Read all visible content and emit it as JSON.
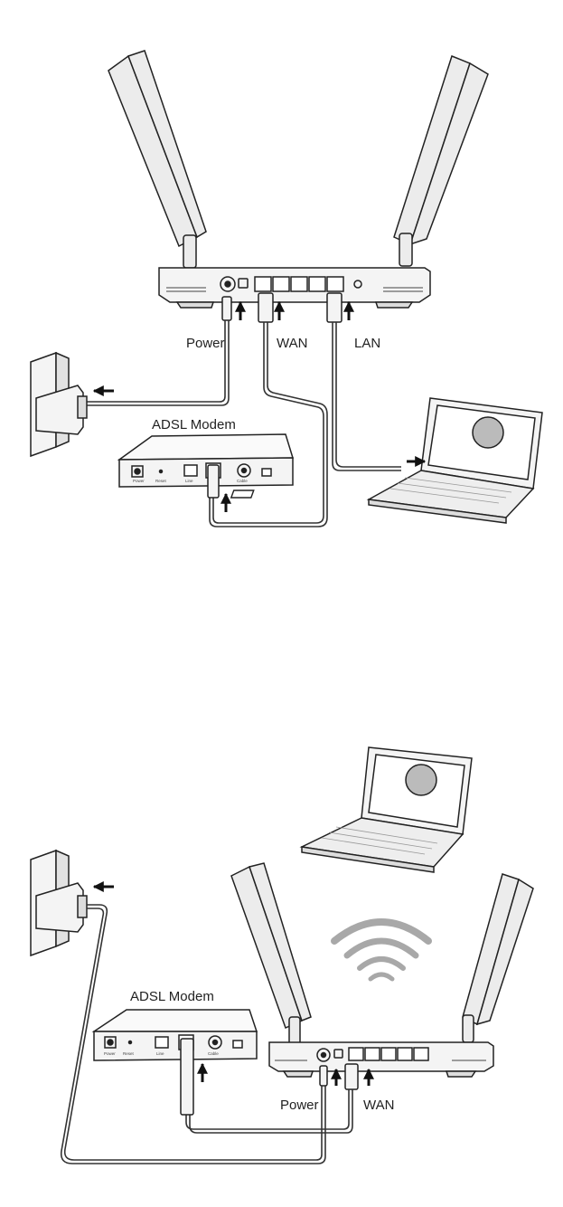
{
  "diagram1": {
    "labels": {
      "power": "Power",
      "wan": "WAN",
      "lan": "LAN",
      "modem": "ADSL Modem"
    },
    "modem_ports": [
      "Power",
      "Reset",
      "Line",
      "",
      "Cable"
    ]
  },
  "diagram2": {
    "labels": {
      "power": "Power",
      "wan": "WAN",
      "modem": "ADSL Modem"
    },
    "modem_ports": [
      "Power",
      "Reset",
      "Line",
      "",
      "Cable"
    ]
  },
  "colors": {
    "ink": "#222222",
    "device_fill": "#f4f4f4",
    "antenna_fill": "#ececec",
    "wifi": "#a8a8a8"
  }
}
